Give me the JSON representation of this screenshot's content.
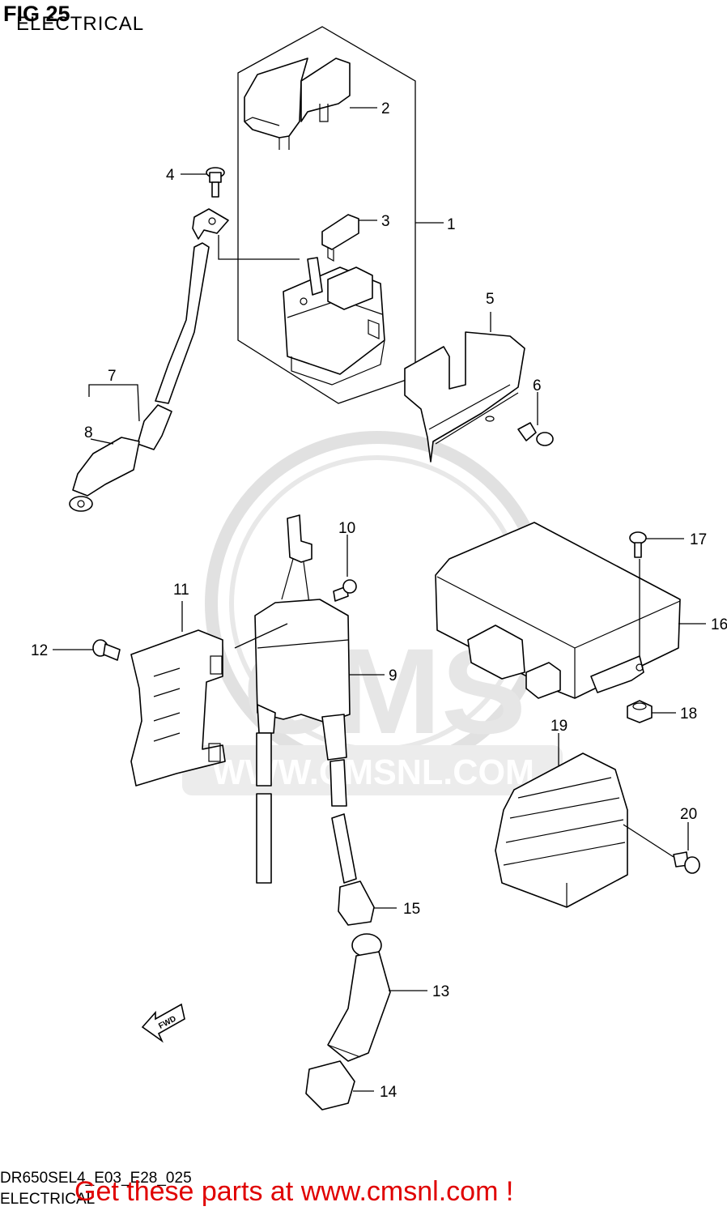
{
  "header": {
    "figure": "FIG 25",
    "section": "ELECTRICAL"
  },
  "footer": {
    "model_code": "DR650SEL4_E03_E28_025",
    "caption": "ELECTRICAL",
    "promo": "Get these parts at www.cmsnl.com !"
  },
  "watermark": {
    "brand": "CMS",
    "url": "WWW.CMSNL.COM"
  },
  "fwd_marker": "FWD",
  "callouts": [
    "1",
    "2",
    "3",
    "4",
    "5",
    "6",
    "7",
    "8",
    "9",
    "10",
    "11",
    "12",
    "13",
    "14",
    "15",
    "16",
    "17",
    "18",
    "19",
    "20"
  ],
  "colors": {
    "line": "#000000",
    "promo": "#e00000",
    "watermark": "#dddddd"
  }
}
